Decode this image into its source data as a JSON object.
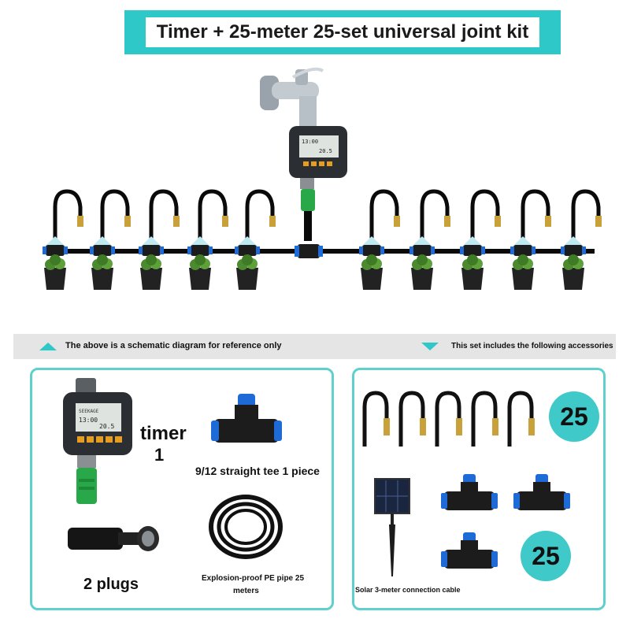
{
  "header": {
    "title": "Timer + 25-meter 25-set universal joint kit"
  },
  "info": {
    "left_text": "The above is a schematic diagram for reference only",
    "right_text": "This set includes the following accessories"
  },
  "timer_lcd": {
    "brand": "SEEKAGE",
    "display_1": "13:00",
    "display_2": "20.5"
  },
  "left_panel": {
    "timer_label": "timer",
    "timer_count": "1",
    "tee_label": "9/12 straight tee 1 piece",
    "plugs_label": "2 plugs",
    "pipe_label_line1": "Explosion-proof PE pipe 25",
    "pipe_label_line2": "meters"
  },
  "right_panel": {
    "badge_top": "25",
    "badge_bottom": "25",
    "solar_label": "Solar 3-meter connection cable"
  },
  "colors": {
    "accent": "#2ec8c8",
    "panel_border": "#5fd0cd",
    "hose": "#111111",
    "brass": "#c9a13b"
  }
}
